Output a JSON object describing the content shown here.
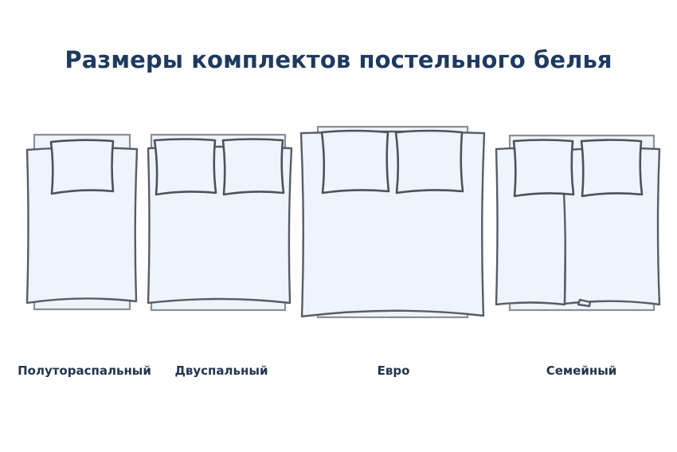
{
  "title": "Размеры комплектов постельного белья",
  "colors": {
    "title": "#1f3a5f",
    "label": "#22344f",
    "fill": "#edf4fc",
    "outline": "#585c66",
    "frame": "#8c8f96",
    "background": "#ffffff"
  },
  "sets": [
    {
      "label": "Полуторaспальный",
      "pillows": 1,
      "duvets": 1
    },
    {
      "label": "Двуспальный",
      "pillows": 2,
      "duvets": 1
    },
    {
      "label": "Евро",
      "pillows": 2,
      "duvets": 1
    },
    {
      "label": "Семейный",
      "pillows": 2,
      "duvets": 2
    }
  ]
}
